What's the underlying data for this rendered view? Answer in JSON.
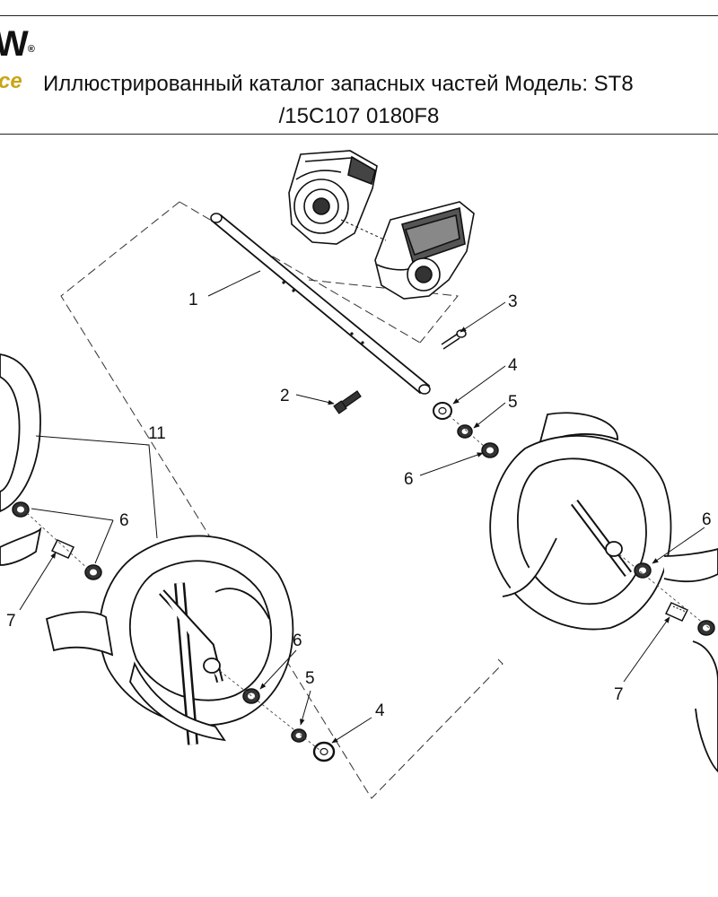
{
  "header": {
    "logo_text": "W",
    "logo_mark": "®",
    "logo_tagline": "ce",
    "title_line1": "Иллюстрированный каталог запасных частей Модель: ST8",
    "title_line2": "/15C107 0180F8"
  },
  "callouts": [
    {
      "id": "1",
      "label": "1"
    },
    {
      "id": "2",
      "label": "2"
    },
    {
      "id": "3",
      "label": "3"
    },
    {
      "id": "4a",
      "label": "4"
    },
    {
      "id": "5a",
      "label": "5"
    },
    {
      "id": "6a",
      "label": "6"
    },
    {
      "id": "11",
      "label": "11"
    },
    {
      "id": "6b",
      "label": "6"
    },
    {
      "id": "7a",
      "label": "7"
    },
    {
      "id": "6c",
      "label": "6"
    },
    {
      "id": "5b",
      "label": "5"
    },
    {
      "id": "4b",
      "label": "4"
    },
    {
      "id": "6d",
      "label": "6"
    },
    {
      "id": "7b",
      "label": "7"
    }
  ],
  "icons": {
    "gearbox_left": "gearbox-half-icon",
    "gearbox_right": "gearbox-half-icon",
    "auger_left": "auger-spiral-icon",
    "auger_right": "auger-spiral-icon"
  },
  "colors": {
    "line": "#111111",
    "brand_yellow": "#c9a514"
  }
}
